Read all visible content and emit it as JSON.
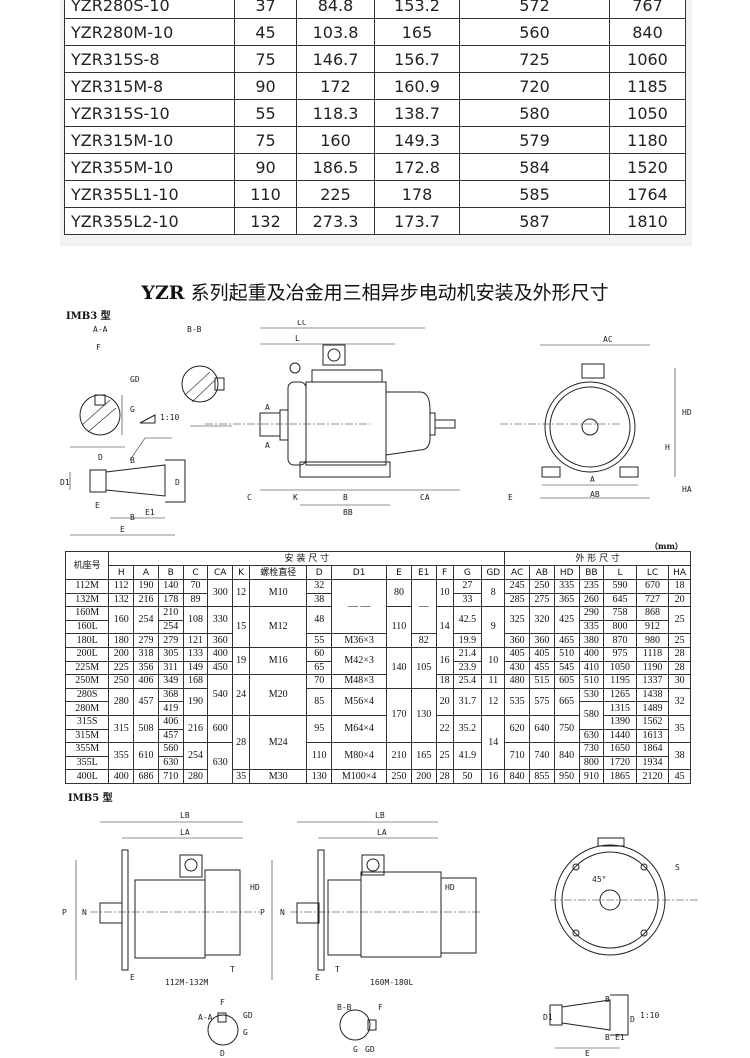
{
  "spec_table": {
    "rows": [
      [
        "YZR280S-10",
        "37",
        "84.8",
        "153.2",
        "572",
        "767"
      ],
      [
        "YZR280M-10",
        "45",
        "103.8",
        "165",
        "560",
        "840"
      ],
      [
        "YZR315S-8",
        "75",
        "146.7",
        "156.7",
        "725",
        "1060"
      ],
      [
        "YZR315M-8",
        "90",
        "172",
        "160.9",
        "720",
        "1185"
      ],
      [
        "YZR315S-10",
        "55",
        "118.3",
        "138.7",
        "580",
        "1050"
      ],
      [
        "YZR315M-10",
        "75",
        "160",
        "149.3",
        "579",
        "1180"
      ],
      [
        "YZR355M-10",
        "90",
        "186.5",
        "172.8",
        "584",
        "1520"
      ],
      [
        "YZR355L1-10",
        "110",
        "225",
        "178",
        "585",
        "1764"
      ],
      [
        "YZR355L2-10",
        "132",
        "273.3",
        "173.7",
        "587",
        "1810"
      ]
    ]
  },
  "title": {
    "prefix": "YZR",
    "text": "系列起重及冶金用三相异步电动机安装及外形尺寸"
  },
  "imb3": {
    "label": "IMB3 型",
    "labels": [
      "A-A",
      "B-B",
      "F",
      "GD",
      "G",
      "D",
      "1:10",
      "B",
      "B",
      "E1",
      "E",
      "D1",
      "D",
      "LC",
      "L",
      "A",
      "A",
      "E",
      "C",
      "K",
      "B",
      "CA",
      "E",
      "BB",
      "AC",
      "HD",
      "H",
      "A",
      "AB",
      "HA"
    ]
  },
  "dim_table": {
    "unit": "（mm）",
    "group_install": "安 装 尺 寸",
    "group_outline": "外 形 尺 寸",
    "frame_header": "机座号",
    "install_cols": [
      "H",
      "A",
      "B",
      "C",
      "CA",
      "K",
      "螺栓直径",
      "D",
      "D1",
      "E",
      "E1",
      "F",
      "G",
      "GD"
    ],
    "outline_cols": [
      "AC",
      "AB",
      "HD",
      "BB",
      "L",
      "LC",
      "HA"
    ],
    "rows": [
      [
        [
          "112M"
        ],
        [
          "112"
        ],
        [
          "190"
        ],
        [
          "140"
        ],
        [
          "70"
        ],
        [
          "300",
          2
        ],
        [
          "12",
          2
        ],
        [
          "M10",
          2
        ],
        [
          "32"
        ],
        [
          "— —",
          4
        ],
        [
          "80",
          2
        ],
        [
          "—",
          4
        ],
        [
          "10",
          2
        ],
        [
          "27"
        ],
        [
          "8",
          2
        ],
        [
          "245"
        ],
        [
          "250"
        ],
        [
          "335"
        ],
        [
          "235"
        ],
        [
          "590"
        ],
        [
          "670"
        ],
        [
          "18"
        ]
      ],
      [
        [
          "132M"
        ],
        [
          "132"
        ],
        [
          "216"
        ],
        [
          "178"
        ],
        [
          "89"
        ],
        [
          "38"
        ],
        [
          "33"
        ],
        [
          "285"
        ],
        [
          "275"
        ],
        [
          "365"
        ],
        [
          "260"
        ],
        [
          "645"
        ],
        [
          "727"
        ],
        [
          "20"
        ]
      ],
      [
        [
          "160M"
        ],
        [
          "160",
          2
        ],
        [
          "254",
          2
        ],
        [
          "210"
        ],
        [
          "108",
          2
        ],
        [
          "330",
          2
        ],
        [
          "15",
          3
        ],
        [
          "M12",
          3
        ],
        [
          "48",
          2
        ],
        [
          "110",
          3
        ],
        [
          "14",
          3
        ],
        [
          "42.5",
          2
        ],
        [
          "9",
          3
        ],
        [
          "325",
          2
        ],
        [
          "320",
          2
        ],
        [
          "425",
          2
        ],
        [
          "290"
        ],
        [
          "758"
        ],
        [
          "868"
        ],
        [
          "25",
          2
        ]
      ],
      [
        [
          "160L"
        ],
        [
          "254"
        ],
        [
          "335"
        ],
        [
          "800"
        ],
        [
          "912"
        ]
      ],
      [
        [
          "180L"
        ],
        [
          "180"
        ],
        [
          "279"
        ],
        [
          "279"
        ],
        [
          "121"
        ],
        [
          "360"
        ],
        [
          "55"
        ],
        [
          "M36×3"
        ],
        [
          "82"
        ],
        [
          "19.9"
        ],
        [
          "360"
        ],
        [
          "360"
        ],
        [
          "465"
        ],
        [
          "380"
        ],
        [
          "870"
        ],
        [
          "980"
        ],
        [
          "25"
        ]
      ],
      [
        [
          "200L"
        ],
        [
          "200"
        ],
        [
          "318"
        ],
        [
          "305"
        ],
        [
          "133"
        ],
        [
          "400"
        ],
        [
          "19",
          2
        ],
        [
          "M16",
          2
        ],
        [
          "60"
        ],
        [
          "M42×3",
          2
        ],
        [
          "140",
          3
        ],
        [
          "105",
          3
        ],
        [
          "16",
          2
        ],
        [
          "21.4"
        ],
        [
          "10",
          2
        ],
        [
          "405"
        ],
        [
          "405"
        ],
        [
          "510"
        ],
        [
          "400"
        ],
        [
          "975"
        ],
        [
          "1118"
        ],
        [
          "28"
        ]
      ],
      [
        [
          "225M"
        ],
        [
          "225"
        ],
        [
          "356"
        ],
        [
          "311"
        ],
        [
          "149"
        ],
        [
          "450"
        ],
        [
          "65"
        ],
        [
          "23.9"
        ],
        [
          "430"
        ],
        [
          "455"
        ],
        [
          "545"
        ],
        [
          "410"
        ],
        [
          "1050"
        ],
        [
          "1190"
        ],
        [
          "28"
        ]
      ],
      [
        [
          "250M"
        ],
        [
          "250"
        ],
        [
          "406"
        ],
        [
          "349"
        ],
        [
          "168"
        ],
        [
          "540",
          3
        ],
        [
          "24",
          3
        ],
        [
          "M20",
          3
        ],
        [
          "70"
        ],
        [
          "M48×3"
        ],
        [
          "18"
        ],
        [
          "25.4"
        ],
        [
          "11"
        ],
        [
          "480"
        ],
        [
          "515"
        ],
        [
          "605"
        ],
        [
          "510"
        ],
        [
          "1195"
        ],
        [
          "1337"
        ],
        [
          "30"
        ]
      ],
      [
        [
          "280S"
        ],
        [
          "280",
          2
        ],
        [
          "457",
          2
        ],
        [
          "368"
        ],
        [
          "190",
          2
        ],
        [
          "85",
          2
        ],
        [
          "M56×4",
          2
        ],
        [
          "170",
          4
        ],
        [
          "130",
          4
        ],
        [
          "20",
          2
        ],
        [
          "31.7",
          2
        ],
        [
          "12",
          2
        ],
        [
          "535",
          2
        ],
        [
          "575",
          2
        ],
        [
          "665",
          2
        ],
        [
          "530"
        ],
        [
          "1265"
        ],
        [
          "1438"
        ],
        [
          "32",
          2
        ]
      ],
      [
        [
          "280M"
        ],
        [
          "419"
        ],
        [
          "580",
          2
        ],
        [
          "1315"
        ],
        [
          "1489"
        ]
      ],
      [
        [
          "315S"
        ],
        [
          "315",
          2
        ],
        [
          "508",
          2
        ],
        [
          "406"
        ],
        [
          "216",
          2
        ],
        [
          "600",
          2
        ],
        [
          "28",
          4
        ],
        [
          "M24",
          4
        ],
        [
          "95",
          2
        ],
        [
          "M64×4",
          2
        ],
        [
          "22",
          2
        ],
        [
          "35.2",
          2
        ],
        [
          "14",
          4
        ],
        [
          "620",
          2
        ],
        [
          "640",
          2
        ],
        [
          "750",
          2
        ],
        [
          "1390"
        ],
        [
          "1562"
        ],
        [
          "35",
          2
        ]
      ],
      [
        [
          "315M"
        ],
        [
          "457"
        ],
        [
          "630"
        ],
        [
          "1440"
        ],
        [
          "1613"
        ]
      ],
      [
        [
          "355M"
        ],
        [
          "355",
          2
        ],
        [
          "610",
          2
        ],
        [
          "560"
        ],
        [
          "254",
          2
        ],
        [
          "630",
          3
        ],
        [
          "110",
          2
        ],
        [
          "M80×4",
          2
        ],
        [
          "210",
          2
        ],
        [
          "165",
          2
        ],
        [
          "25",
          2
        ],
        [
          "41.9",
          2
        ],
        [
          "710",
          2
        ],
        [
          "740",
          2
        ],
        [
          "840",
          2
        ],
        [
          "730"
        ],
        [
          "1650"
        ],
        [
          "1864"
        ],
        [
          "38",
          2
        ]
      ],
      [
        [
          "355L"
        ],
        [
          "630"
        ],
        [
          "800"
        ],
        [
          "1720"
        ],
        [
          "1934"
        ]
      ],
      [
        [
          "400L"
        ],
        [
          "400"
        ],
        [
          "686"
        ],
        [
          "710"
        ],
        [
          "280"
        ],
        [
          "35"
        ],
        [
          "M30"
        ],
        [
          "130"
        ],
        [
          "M100×4"
        ],
        [
          "250"
        ],
        [
          "200"
        ],
        [
          "28"
        ],
        [
          "50"
        ],
        [
          "16"
        ],
        [
          "840"
        ],
        [
          "855"
        ],
        [
          "950"
        ],
        [
          "910"
        ],
        [
          "1865"
        ],
        [
          "2120"
        ],
        [
          "45"
        ]
      ]
    ]
  },
  "imb5": {
    "label": "IMB5 型",
    "labels": [
      "LB",
      "LA",
      "P",
      "N",
      "HD",
      "T",
      "E",
      "112M-132M",
      "LB",
      "LA",
      "P",
      "N",
      "HD",
      "T",
      "E",
      "160M-180L",
      "45°",
      "S",
      "1:10",
      "B",
      "B",
      "E1",
      "E",
      "D1",
      "D",
      "A-A",
      "F",
      "GD",
      "G",
      "D",
      "B-B",
      "F",
      "G",
      "GD"
    ]
  }
}
